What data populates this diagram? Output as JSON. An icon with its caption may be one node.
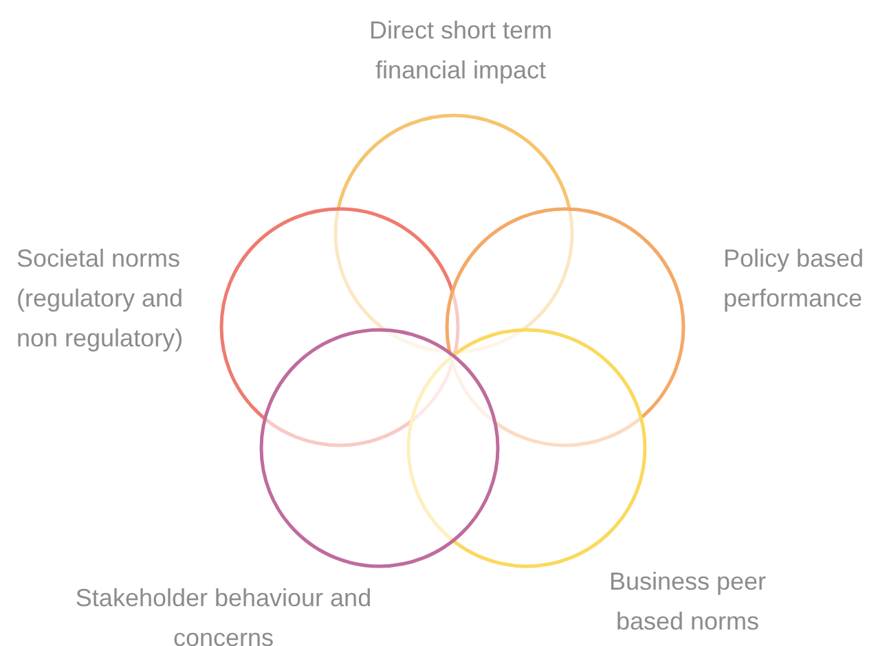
{
  "diagram": {
    "nodes": [
      {
        "text": [
          "Direct short term financial impact"
        ]
      },
      {
        "text": [
          "Societal norms (regulatory and non regulatory)"
        ]
      },
      {
        "text": [
          "Policy based performance"
        ]
      },
      {
        "text": [
          "Stakeholder behaviour and concerns"
        ]
      },
      {
        "text": [
          "Business peer based norms"
        ]
      }
    ]
  }
}
